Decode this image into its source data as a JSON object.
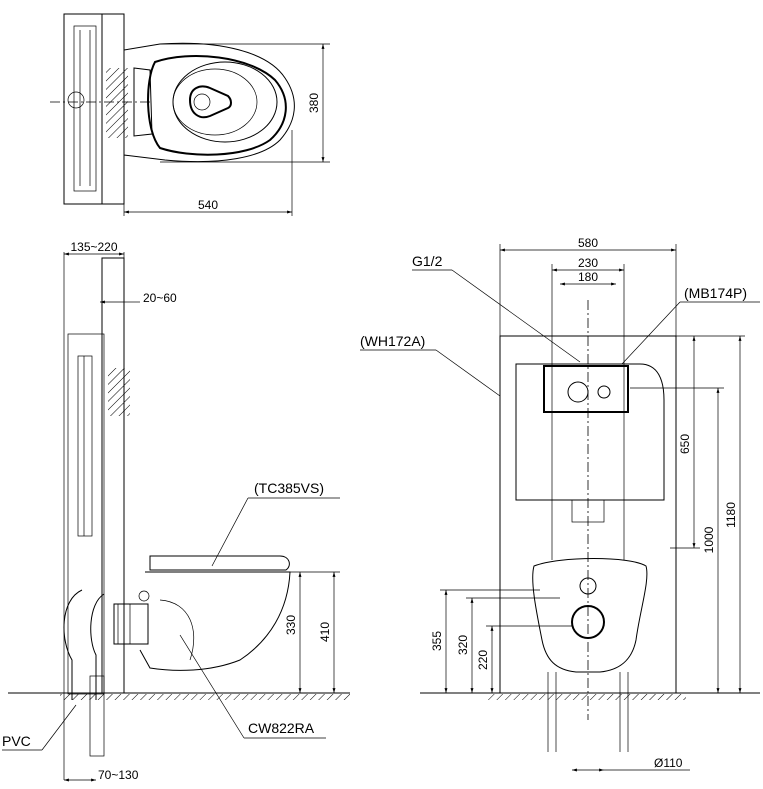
{
  "top_view": {
    "dims": {
      "width": "540",
      "depth": "380"
    }
  },
  "side_view": {
    "dims": {
      "wall_gap": "135~220",
      "cover_gap": "20~60",
      "outlet_height": "330",
      "seat_height": "410",
      "pipe_offset": "70~130"
    },
    "labels": {
      "seat": "(TC385VS)",
      "bowl": "CW822RA",
      "pipe": "PVC"
    }
  },
  "front_view": {
    "dims": {
      "frame_width": "580",
      "bolt_spacing": "230",
      "bolt_inner": "180",
      "button_height": "650",
      "bowl_height": "1000",
      "total_height": "1180",
      "h355": "355",
      "h320": "320",
      "h220": "220",
      "drain": "Ø110"
    },
    "labels": {
      "inlet": "G1/2",
      "plate": "(MB174P)",
      "frame": "(WH172A)"
    }
  }
}
